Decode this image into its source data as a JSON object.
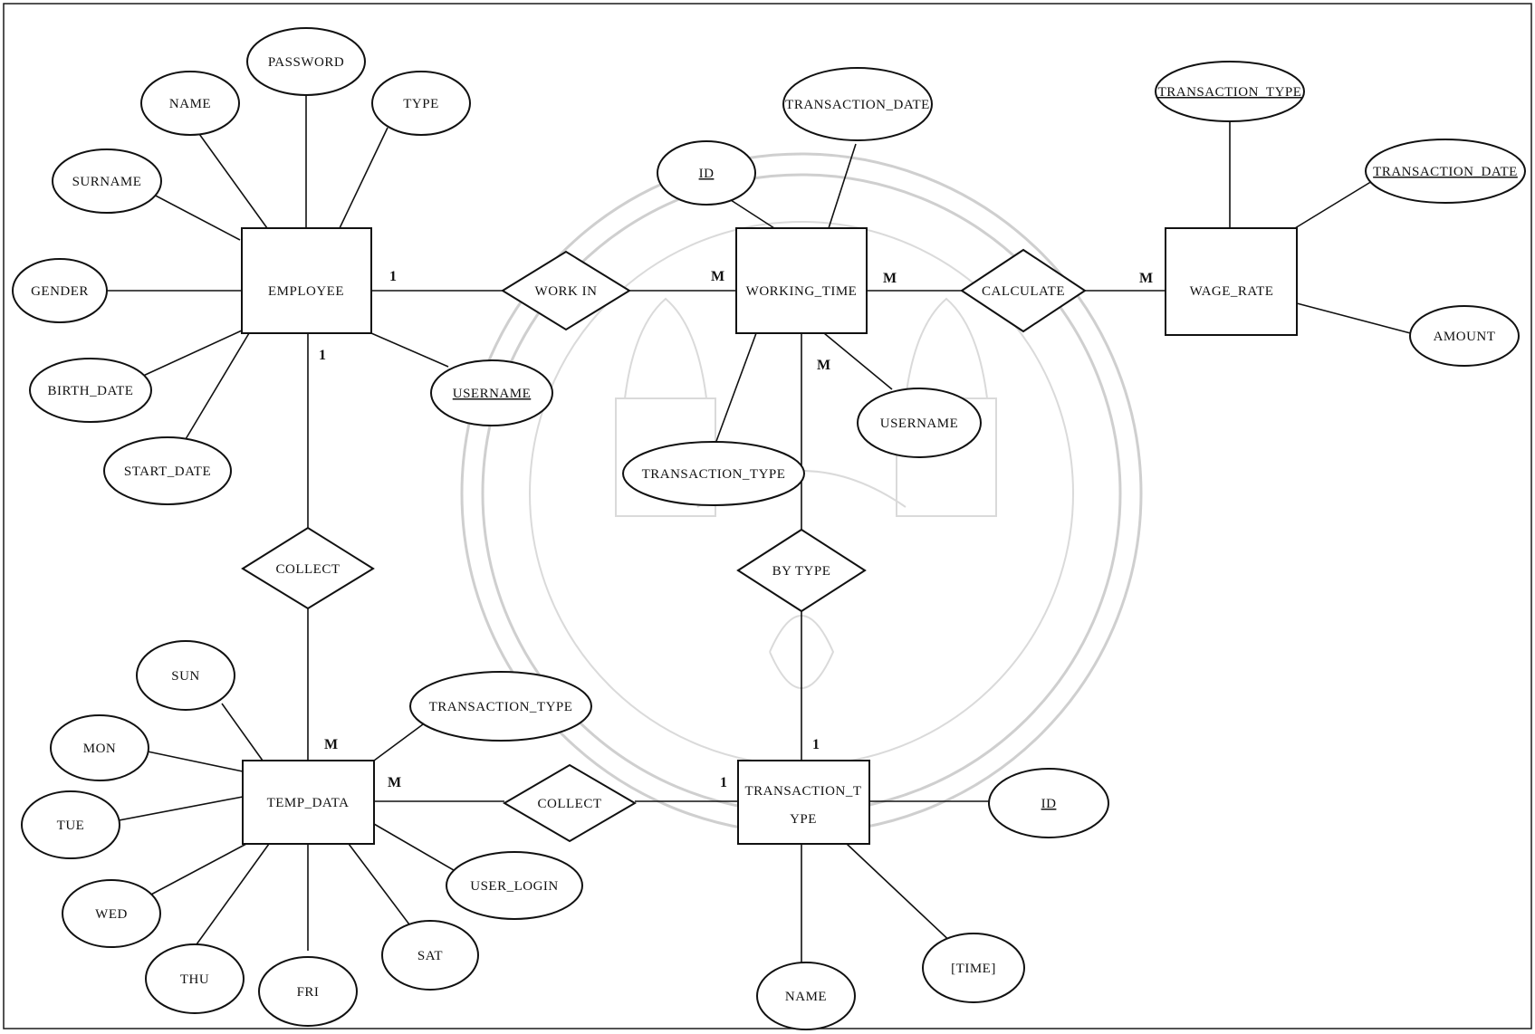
{
  "entities": {
    "employee": "EMPLOYEE",
    "working_time": "WORKING_TIME",
    "wage_rate": "WAGE_RATE",
    "temp_data": "TEMP_DATA",
    "transaction_type_line1": "TRANSACTION_T",
    "transaction_type_line2": "YPE"
  },
  "relationships": {
    "work_in": "WORK IN",
    "calculate": "CALCULATE",
    "collect_top": "COLLECT",
    "by_type": "BY TYPE",
    "collect_bottom": "COLLECT"
  },
  "attributes": {
    "password": "PASSWORD",
    "name": "NAME",
    "type": "TYPE",
    "surname": "SURNAME",
    "gender": "GENDER",
    "birth_date": "BIRTH_DATE",
    "start_date": "START_DATE",
    "employee_username": "USERNAME",
    "wt_id": "ID",
    "wt_transaction_date": "TRANSACTION_DATE",
    "wt_username": "USERNAME",
    "wt_transaction_type": "TRANSACTION_TYPE",
    "wr_transaction_type": "TRANSACTION_TYPE",
    "wr_transaction_date": "TRANSACTION_DATE",
    "wr_amount": "AMOUNT",
    "sun": "SUN",
    "mon": "MON",
    "tue": "TUE",
    "wed": "WED",
    "thu": "THU",
    "fri": "FRI",
    "sat": "SAT",
    "td_transaction_type": "TRANSACTION_TYPE",
    "user_login": "USER_LOGIN",
    "tt_id": "ID",
    "tt_name": "NAME",
    "tt_time": "[TIME]"
  },
  "cardinalities": {
    "emp_workin": "1",
    "wt_workin": "M",
    "wt_calculate": "M",
    "wr_calculate": "M",
    "emp_collect": "1",
    "wt_bytype": "M",
    "td_collect_top": "M",
    "td_collect_bottom": "M",
    "tt_collect": "1",
    "tt_bytype": "1"
  }
}
